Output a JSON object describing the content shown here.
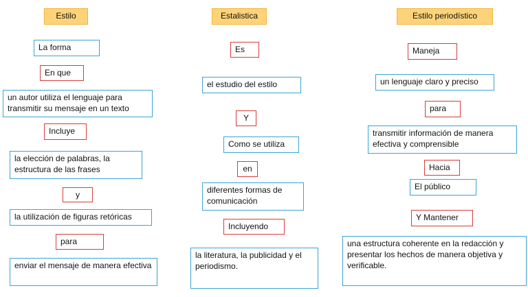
{
  "columns": [
    {
      "title": "Estilo",
      "items": [
        "La forma",
        "En que",
        "un autor utiliza el lenguaje para transmitir su mensaje en un texto",
        "Incluye",
        "la elección de palabras, la estructura de las frases",
        "y",
        "la utilización de figuras retóricas",
        "para",
        "enviar el mensaje de manera efectiva"
      ]
    },
    {
      "title": "Estalistica",
      "items": [
        "Es",
        "el estudio del estilo",
        "Y",
        "Como se utiliza",
        "en",
        "diferentes formas de comunicación",
        "Incluyendo",
        "la literatura, la publicidad y el periodismo."
      ]
    },
    {
      "title": "Estilo periodístico",
      "items": [
        "Maneja",
        "un lenguaje claro y preciso",
        "para",
        "transmitir información de manera efectiva y comprensible",
        "Hacia",
        "El público",
        "Y Mantener",
        " una estructura coherente en la redacción y presentar los hechos de manera objetiva y verificable."
      ]
    }
  ]
}
